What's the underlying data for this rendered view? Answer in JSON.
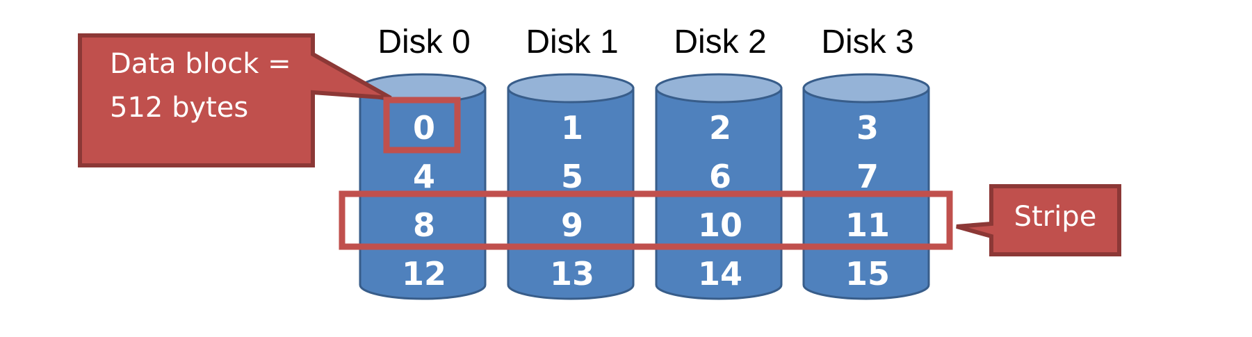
{
  "colors": {
    "disk_body": "#4F81BD",
    "disk_top": "#95B3D7",
    "disk_stroke": "#385D8A",
    "callout_fill": "#C0504D",
    "callout_stroke": "#8C3836",
    "highlight_stroke": "#C0504D"
  },
  "disks": [
    {
      "label": "Disk 0",
      "blocks": [
        "0",
        "4",
        "8",
        "12"
      ]
    },
    {
      "label": "Disk 1",
      "blocks": [
        "1",
        "5",
        "9",
        "13"
      ]
    },
    {
      "label": "Disk 2",
      "blocks": [
        "2",
        "6",
        "10",
        "14"
      ]
    },
    {
      "label": "Disk 3",
      "blocks": [
        "3",
        "7",
        "11",
        "15"
      ]
    }
  ],
  "callouts": {
    "data_block": {
      "lines": [
        "Data block =",
        "512 bytes"
      ]
    },
    "stripe": {
      "text": "Stripe"
    }
  }
}
